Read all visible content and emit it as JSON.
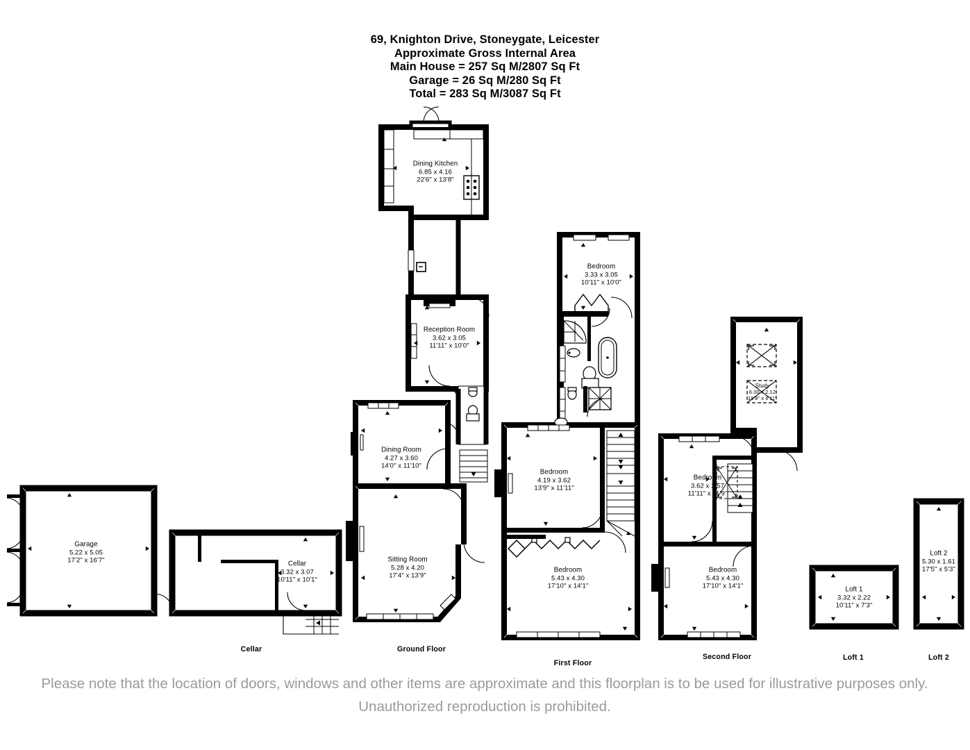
{
  "header": {
    "lines": [
      "69, Knighton Drive, Stoneygate, Leicester",
      "Approximate Gross Internal Area",
      "Main House = 257 Sq M/2807 Sq Ft",
      "Garage = 26 Sq M/280 Sq Ft",
      "Total = 283 Sq M/3087 Sq Ft"
    ],
    "address": "69, Knighton Drive, Stoneygate, Leicester",
    "area_caption": "Approximate Gross Internal Area",
    "main_house_area": "Main House = 257 Sq M/2807 Sq Ft",
    "garage_area": "Garage = 26 Sq M/280 Sq Ft",
    "total_area": "Total = 283 Sq M/3087 Sq Ft"
  },
  "floors": [
    {
      "id": "cellar",
      "caption": "Cellar"
    },
    {
      "id": "ground-floor",
      "caption": "Ground Floor"
    },
    {
      "id": "first-floor",
      "caption": "First Floor"
    },
    {
      "id": "second-floor",
      "caption": "Second Floor"
    },
    {
      "id": "loft-1",
      "caption": "Loft 1"
    },
    {
      "id": "loft-2",
      "caption": "Loft 2"
    }
  ],
  "rooms": [
    {
      "id": "garage",
      "floor": "cellar",
      "name": "Garage",
      "metric": "5.22 x 5.05",
      "imperial": "17'2\" x 16'7\""
    },
    {
      "id": "cellar-room",
      "floor": "cellar",
      "name": "Cellar",
      "metric": "3.32 x 3.07",
      "imperial": "10'11\" x 10'1\""
    },
    {
      "id": "dining-kitchen",
      "floor": "ground-floor",
      "name": "Dining Kitchen",
      "metric": "6.85 x 4.16",
      "imperial": "22'6\" x 13'8\""
    },
    {
      "id": "reception-room",
      "floor": "ground-floor",
      "name": "Reception Room",
      "metric": "3.62 x 3.05",
      "imperial": "11'11\" x 10'0\""
    },
    {
      "id": "dining-room",
      "floor": "ground-floor",
      "name": "Dining Room",
      "metric": "4.27 x 3.60",
      "imperial": "14'0\" x 11'10\""
    },
    {
      "id": "sitting-room",
      "floor": "ground-floor",
      "name": "Sitting Room",
      "metric": "5.28 x 4.20",
      "imperial": "17'4\" x 13'9\""
    },
    {
      "id": "bedroom-1f-top",
      "floor": "first-floor",
      "name": "Bedroom",
      "metric": "3.33 x 3.05",
      "imperial": "10'11\" x 10'0\""
    },
    {
      "id": "bedroom-1f-mid",
      "floor": "first-floor",
      "name": "Bedroom",
      "metric": "4.19 x 3.62",
      "imperial": "13'9\" x 11'11\""
    },
    {
      "id": "bedroom-1f-bot",
      "floor": "first-floor",
      "name": "Bedroom",
      "metric": "5.43 x 4.30",
      "imperial": "17'10\" x 14'1\""
    },
    {
      "id": "study",
      "floor": "second-floor",
      "name": "Study",
      "metric": "6.00 x 2.12",
      "imperial": "19'8\" x 6'11\""
    },
    {
      "id": "bedroom-2f-top",
      "floor": "second-floor",
      "name": "Bedroom",
      "metric": "3.62 x 3.57",
      "imperial": "11'11\" x 11'9\""
    },
    {
      "id": "bedroom-2f-bot",
      "floor": "second-floor",
      "name": "Bedroom",
      "metric": "5.43 x 4.30",
      "imperial": "17'10\" x 14'1\""
    },
    {
      "id": "loft-1-room",
      "floor": "loft-1",
      "name": "Loft 1",
      "metric": "3.32 x 2.22",
      "imperial": "10'11\" x 7'3\""
    },
    {
      "id": "loft-2-room",
      "floor": "loft-2",
      "name": "Loft 2",
      "metric": "5.30 x 1.61",
      "imperial": "17'5\" x 5'3\""
    }
  ],
  "disclaimer": "Please note that the location of doors, windows and other items are approximate and this floorplan is to be used for illustrative purposes only. Unauthorized reproduction is prohibited.",
  "colors": {
    "wall": "#000000",
    "interior": "#ffffff",
    "background": "#ffffff",
    "text": "#000000",
    "disclaimer_text": "#9a9a9a"
  }
}
